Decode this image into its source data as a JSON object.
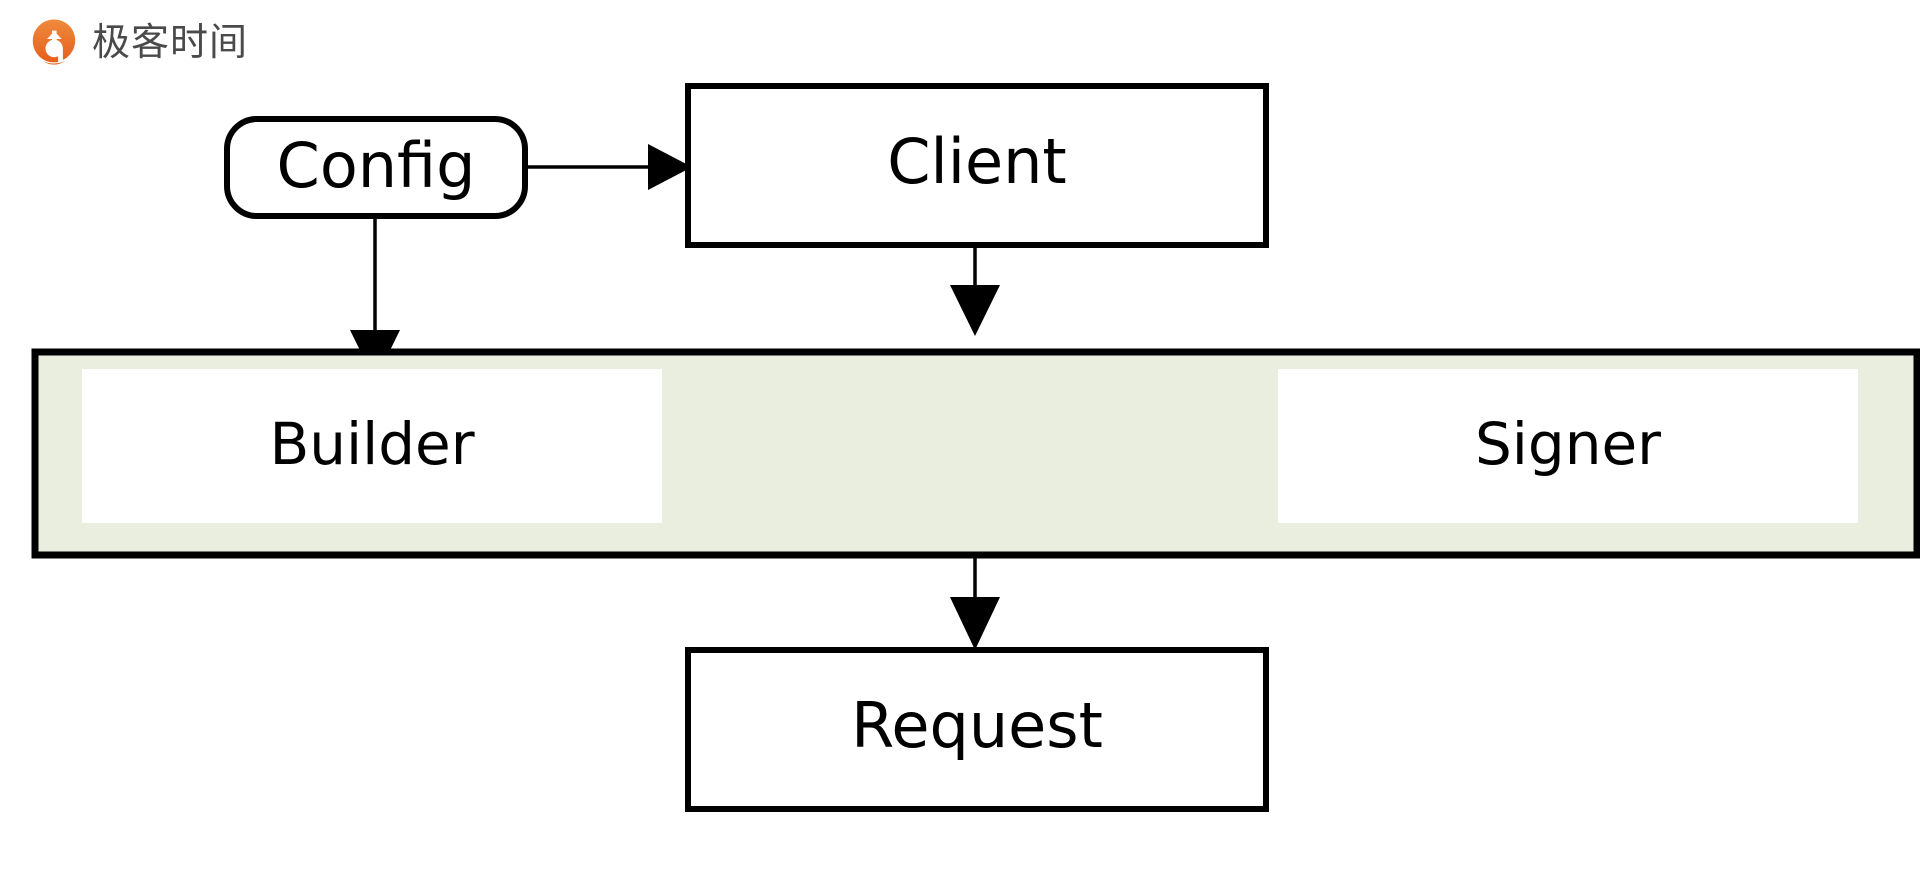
{
  "brand": {
    "logo_icon": "geektime-logo-icon",
    "wordmark": "极客时间",
    "logo_color": "#ec6c2d",
    "wordmark_color": "#4a4a4a"
  },
  "diagram": {
    "type": "flow-diagram",
    "background": "#ffffff",
    "group": {
      "name": "request-pipeline-group",
      "fill": "#e9eede",
      "stroke": "#000000",
      "members": [
        {
          "id": "builder",
          "label": "Builder"
        },
        {
          "id": "signer",
          "label": "Signer"
        }
      ]
    },
    "nodes": [
      {
        "id": "config",
        "label": "Config",
        "shape": "rounded-rect"
      },
      {
        "id": "client",
        "label": "Client",
        "shape": "rect"
      },
      {
        "id": "builder",
        "label": "Builder",
        "shape": "rect"
      },
      {
        "id": "signer",
        "label": "Signer",
        "shape": "rect"
      },
      {
        "id": "request",
        "label": "Request",
        "shape": "rect"
      }
    ],
    "edges": [
      {
        "from": "config",
        "to": "client",
        "style": "solid",
        "arrow": "triangle",
        "direction": "right"
      },
      {
        "from": "config",
        "to": "builder",
        "style": "solid",
        "arrow": "triangle",
        "direction": "down"
      },
      {
        "from": "client",
        "to": "group",
        "style": "solid",
        "arrow": "triangle",
        "direction": "down"
      },
      {
        "from": "group",
        "to": "request",
        "style": "solid",
        "arrow": "triangle",
        "direction": "down"
      }
    ]
  }
}
